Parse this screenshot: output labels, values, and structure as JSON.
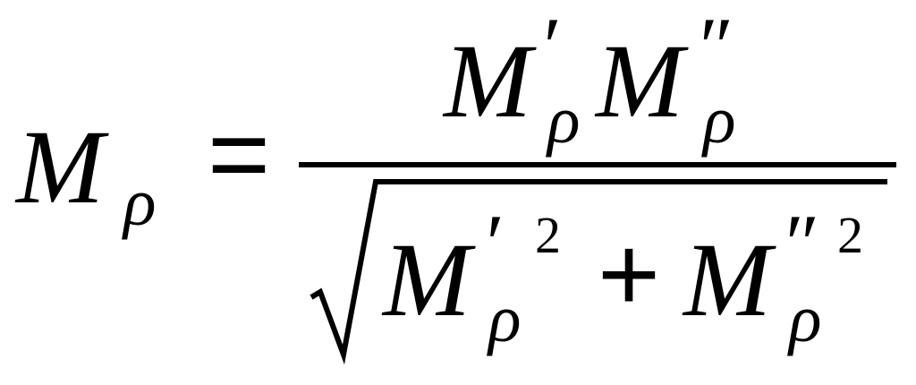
{
  "equation": {
    "lhs": {
      "symbol": "M",
      "subscript": "ρ"
    },
    "equals": "=",
    "numerator": {
      "term1": {
        "symbol": "M",
        "prime": "′",
        "subscript": "ρ"
      },
      "term2": {
        "symbol": "M",
        "prime": "″",
        "subscript": "ρ"
      }
    },
    "denominator": {
      "term1": {
        "symbol": "M",
        "prime": "′",
        "superscript": "2",
        "subscript": "ρ"
      },
      "plus": "+",
      "term2": {
        "symbol": "M",
        "prime": "″",
        "superscript": "2",
        "subscript": "ρ"
      }
    }
  }
}
